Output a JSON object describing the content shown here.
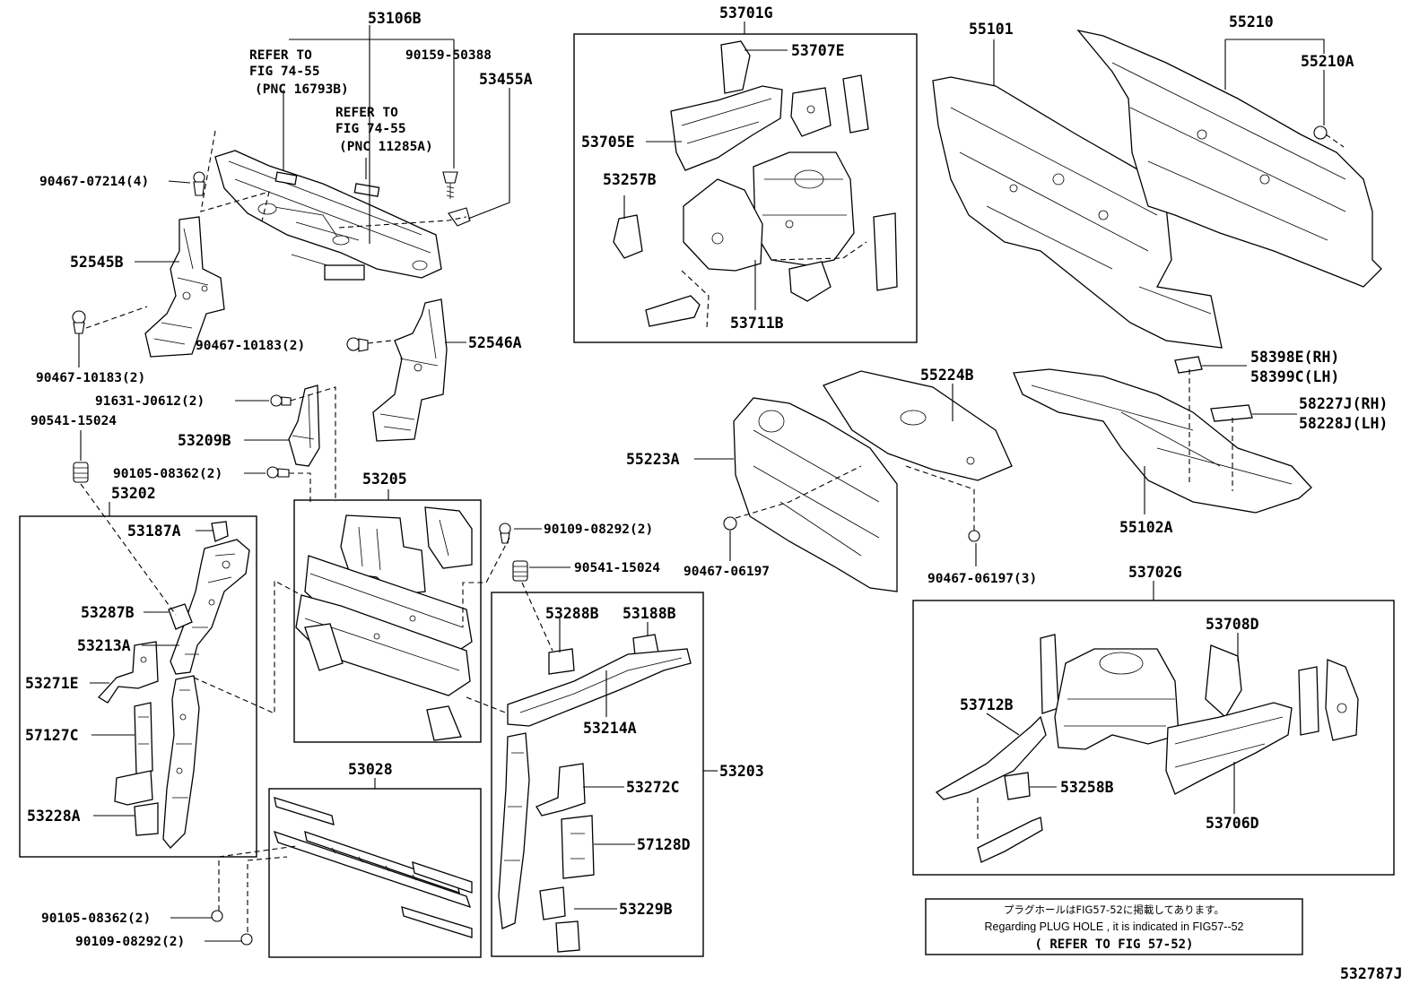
{
  "diagram_id": "532787J",
  "labels": {
    "p53106B": "53106B",
    "refer_a_1": "REFER TO",
    "refer_a_2": "FIG 74-55",
    "refer_a_3": "(PNC 16793B)",
    "refer_b_1": "REFER TO",
    "refer_b_2": "FIG 74-55",
    "refer_b_3": "(PNC 11285A)",
    "p90159_50388": "90159-50388",
    "p53455A": "53455A",
    "p90467_07214": "90467-07214(4)",
    "p52545B": "52545B",
    "p90467_10183_a": "90467-10183(2)",
    "p90467_10183_b": "90467-10183(2)",
    "p52546A": "52546A",
    "p91631_J0612": "91631-J0612(2)",
    "p90541_15024_a": "90541-15024",
    "p53209B": "53209B",
    "p90105_08362_a": "90105-08362(2)",
    "p53202": "53202",
    "p53187A": "53187A",
    "p53287B": "53287B",
    "p53213A": "53213A",
    "p53271E": "53271E",
    "p57127C": "57127C",
    "p53228A": "53228A",
    "p53205": "53205",
    "p90109_08292_a": "90109-08292(2)",
    "p90541_15024_b": "90541-15024",
    "p53288B": "53288B",
    "p53188B": "53188B",
    "p53214A": "53214A",
    "p53203": "53203",
    "p53272C": "53272C",
    "p57128D": "57128D",
    "p53229B": "53229B",
    "p53028": "53028",
    "p90105_08362_b": "90105-08362(2)",
    "p90109_08292_b": "90109-08292(2)",
    "p53701G": "53701G",
    "p53707E": "53707E",
    "p53705E": "53705E",
    "p53257B": "53257B",
    "p53711B": "53711B",
    "p55101": "55101",
    "p55210": "55210",
    "p55210A": "55210A",
    "p58398E": "58398E(RH)",
    "p58399C": "58399C(LH)",
    "p58227J": "58227J(RH)",
    "p58228J": "58228J(LH)",
    "p55224B": "55224B",
    "p55223A": "55223A",
    "p55102A": "55102A",
    "p90467_06197_a": "90467-06197",
    "p90467_06197_b": "90467-06197(3)",
    "p53702G": "53702G",
    "p53708D": "53708D",
    "p53712B": "53712B",
    "p53258B": "53258B",
    "p53706D": "53706D"
  },
  "notice": {
    "japanese": "プラグホールはFIG57-52に掲載してあります。",
    "english": "Regarding PLUG HOLE , it is indicated in FIG57--52",
    "refer": "( REFER TO FIG 57-52)"
  }
}
